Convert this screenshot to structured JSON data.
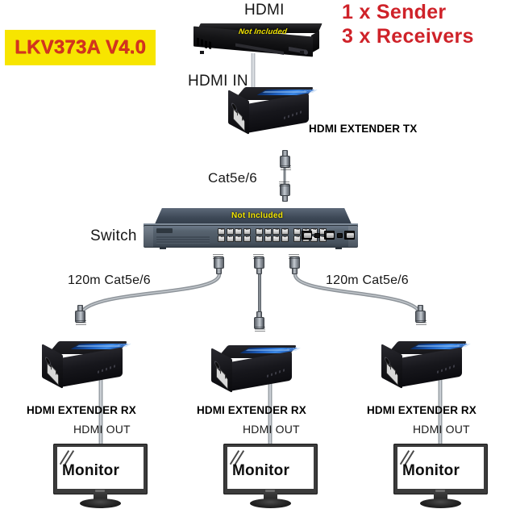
{
  "diagram": {
    "title_badge": "LKV373A V4.0",
    "promo": {
      "line1": "1 x Sender",
      "line2": "3 x Receivers"
    },
    "colors": {
      "badge_background": "#f7e500",
      "badge_text": "#d4341f",
      "promo_text": "#cf2229",
      "not_included_text": "#f2e400",
      "cable_gray": "#8f959b",
      "device_black": "#14141a",
      "switch_blue_gray": "#4a545f"
    },
    "labels": {
      "hdmi_source": "HDMI",
      "hdmi_in": "HDMI IN",
      "extender_tx": "HDMI EXTENDER TX",
      "cat5e6": "Cat5e/6",
      "switch": "Switch",
      "cat_left": "120m Cat5e/6",
      "cat_right": "120m Cat5e/6"
    },
    "not_included": {
      "player": "Not Included",
      "switch": "Not Included"
    },
    "receivers": [
      {
        "title": "HDMI EXTENDER RX",
        "out": "HDMI  OUT",
        "monitor": "Monitor"
      },
      {
        "title": "HDMI EXTENDER RX",
        "out": "HDMI  OUT",
        "monitor": "Monitor"
      },
      {
        "title": "HDMI EXTENDER RX",
        "out": "HDMI  OUT",
        "monitor": "Monitor"
      }
    ],
    "switch_device": {
      "port_count": 24,
      "uplink_count": 3,
      "sfp_count": 2
    }
  }
}
